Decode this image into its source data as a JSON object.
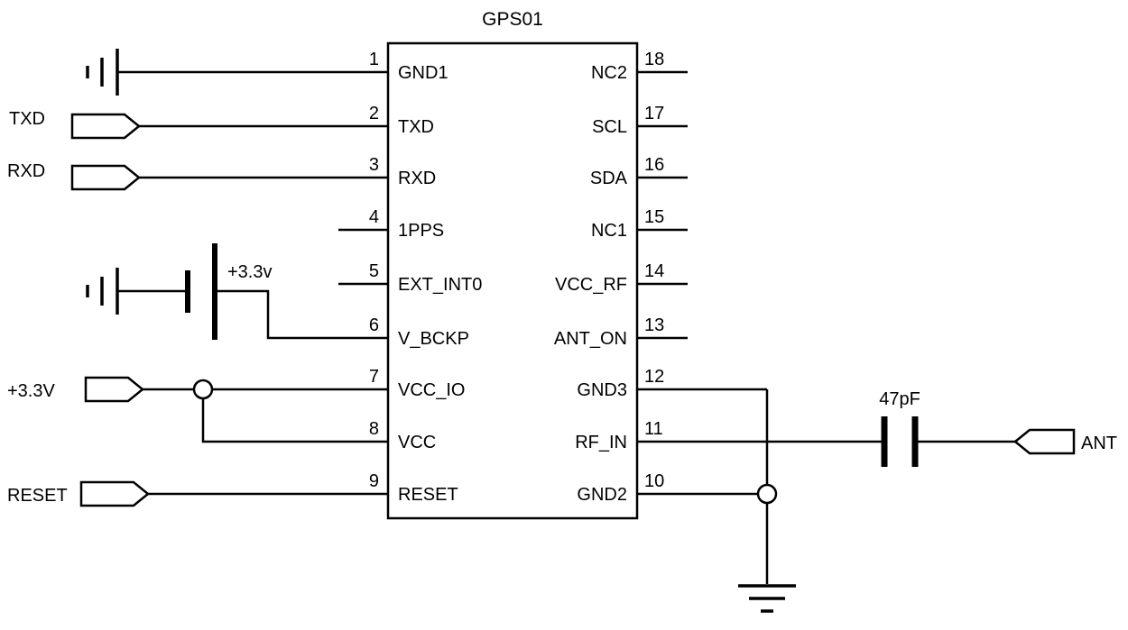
{
  "schematic": {
    "ic_title": "GPS01",
    "left_pins": [
      {
        "num": "1",
        "name": "GND1"
      },
      {
        "num": "2",
        "name": "TXD"
      },
      {
        "num": "3",
        "name": "RXD"
      },
      {
        "num": "4",
        "name": "1PPS"
      },
      {
        "num": "5",
        "name": "EXT_INT0"
      },
      {
        "num": "6",
        "name": "V_BCKP"
      },
      {
        "num": "7",
        "name": "VCC_IO"
      },
      {
        "num": "8",
        "name": "VCC"
      },
      {
        "num": "9",
        "name": "RESET"
      }
    ],
    "right_pins": [
      {
        "num": "18",
        "name": "NC2"
      },
      {
        "num": "17",
        "name": "SCL"
      },
      {
        "num": "16",
        "name": "SDA"
      },
      {
        "num": "15",
        "name": "NC1"
      },
      {
        "num": "14",
        "name": "VCC_RF"
      },
      {
        "num": "13",
        "name": "ANT_ON"
      },
      {
        "num": "12",
        "name": "GND3"
      },
      {
        "num": "11",
        "name": "RF_IN"
      },
      {
        "num": "10",
        "name": "GND2"
      }
    ],
    "labels": {
      "txd_port": "TXD",
      "rxd_port": "RXD",
      "backup_supply": "+3.3v",
      "main_supply": "+3.3V",
      "reset_port": "RESET",
      "capacitor_value": "47pF",
      "ant_port": "ANT"
    },
    "colors": {
      "line": "#000000",
      "background": "#ffffff"
    }
  }
}
